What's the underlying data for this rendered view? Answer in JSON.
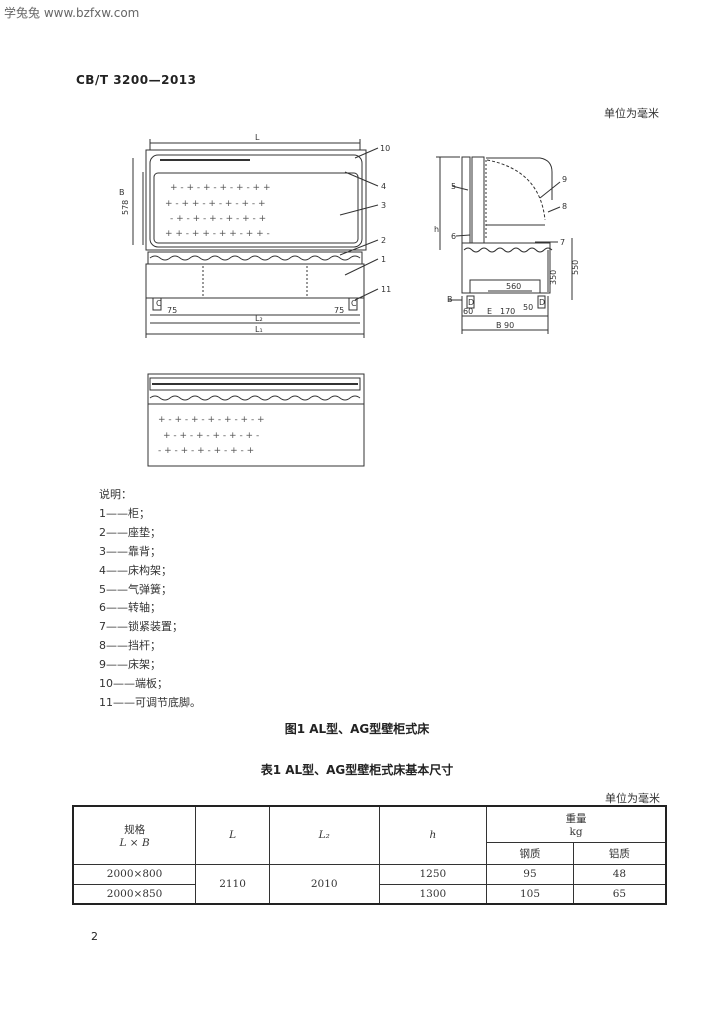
{
  "watermark": "学兔兔 www.bzfxw.com",
  "header": {
    "standard_no": "CB/T 3200—2013"
  },
  "unit_note_figure": "单位为毫米",
  "figure": {
    "front_dims": {
      "L": "L",
      "B": "B",
      "578": "578",
      "75a": "75",
      "75b": "75",
      "L2": "L₂",
      "L1": "L₁"
    },
    "side_dims": {
      "h": "h",
      "550": "550",
      "350": "350",
      "560": "560",
      "50": "50",
      "170": "170",
      "60": "60",
      "Bp": "B",
      "Bdim": "B 90"
    },
    "callouts_front": [
      "10",
      "4",
      "3",
      "2",
      "1",
      "11"
    ],
    "callouts_side": [
      "9",
      "5",
      "8",
      "6",
      "7"
    ],
    "small_labels": {
      "c1": "C",
      "c2": "C",
      "d1": "D",
      "d2": "D",
      "e": "E"
    }
  },
  "legend": {
    "title": "说明：",
    "items": [
      "1——柜；",
      "2——座垫；",
      "3——靠背；",
      "4——床构架；",
      "5——气弹簧；",
      "6——转轴；",
      "7——锁紧装置；",
      "8——挡杆；",
      "9——床架；",
      "10——端板；",
      "11——可调节底脚。"
    ]
  },
  "figure_caption": "图1  AL型、AG型壁柜式床",
  "table_caption": "表1  AL型、AG型壁柜式床基本尺寸",
  "unit_note_table": "单位为毫米",
  "table": {
    "h_spec": "规格",
    "h_spec2": "L × B",
    "h_L": "L",
    "h_L2": "L₂",
    "h_h": "h",
    "h_weight": "重量",
    "h_kg": "kg",
    "h_steel": "钢质",
    "h_al": "铝质",
    "rows": [
      {
        "spec": "2000×800",
        "h": "1250",
        "steel": "95",
        "al": "48"
      },
      {
        "spec": "2000×850",
        "h": "1300",
        "steel": "105",
        "al": "65"
      }
    ],
    "L_val": "2110",
    "L2_val": "2010"
  },
  "page_number": "2"
}
